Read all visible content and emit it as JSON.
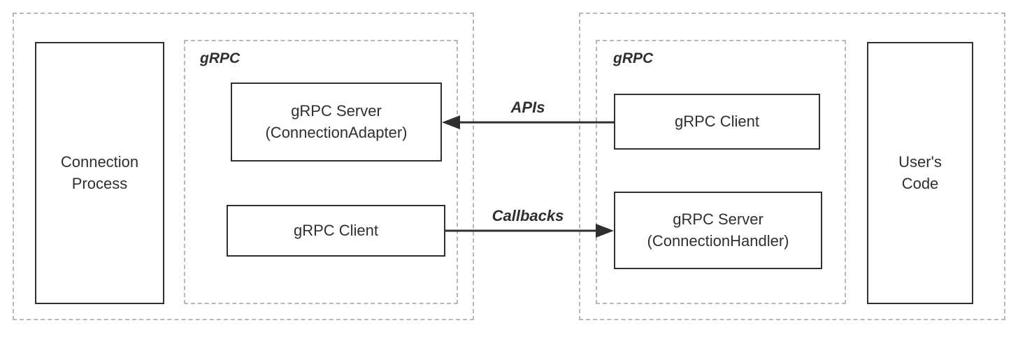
{
  "diagram": {
    "left_group": {
      "process_label": "Connection\nProcess",
      "grpc_label": "gRPC",
      "server_label": "gRPC Server\n(ConnectionAdapter)",
      "client_label": "gRPC Client"
    },
    "right_group": {
      "grpc_label": "gRPC",
      "client_label": "gRPC Client",
      "server_label": "gRPC Server\n(ConnectionHandler)",
      "code_label": "User's\nCode"
    },
    "arrows": {
      "apis_label": "APIs",
      "callbacks_label": "Callbacks"
    },
    "colors": {
      "box_border": "#2f2f2f",
      "dashed_border": "#b8b8b8",
      "arrow": "#2f2f2f",
      "background": "#ffffff"
    }
  }
}
